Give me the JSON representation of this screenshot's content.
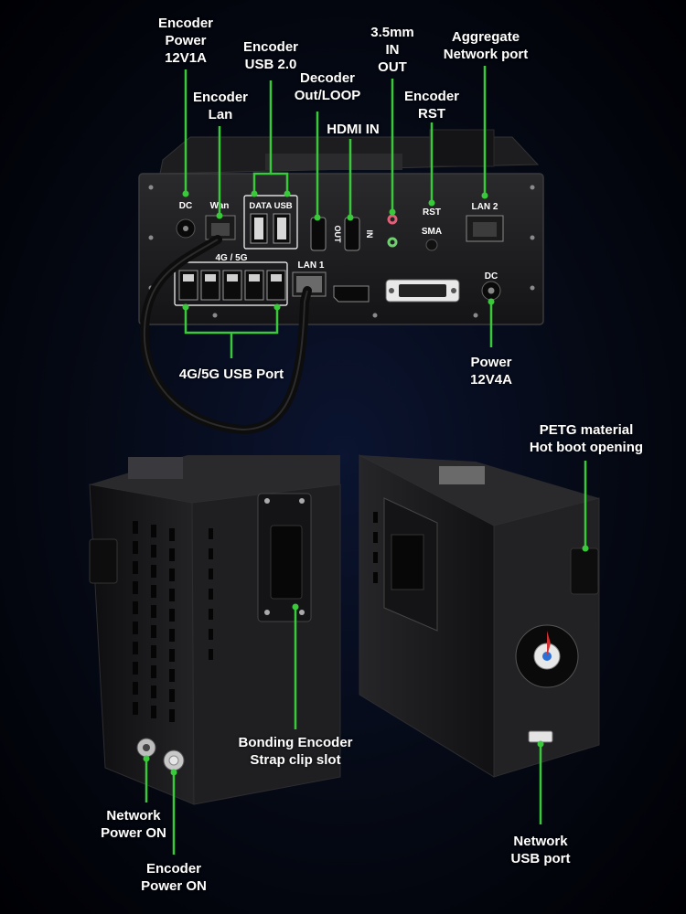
{
  "callouts": {
    "encoder_power": [
      "Encoder",
      "Power",
      "12V1A"
    ],
    "encoder_usb": [
      "Encoder",
      "USB 2.0"
    ],
    "encoder_lan": [
      "Encoder",
      "Lan"
    ],
    "decoder_out": [
      "Decoder",
      "Out/LOOP"
    ],
    "hdmi_in": [
      "HDMI IN"
    ],
    "audio": [
      "3.5mm",
      "IN",
      "OUT"
    ],
    "encoder_rst": [
      "Encoder",
      "RST"
    ],
    "aggregate": [
      "Aggregate",
      "Network port"
    ],
    "power_12v4a": [
      "Power",
      "12V4A"
    ],
    "usb_4g5g": [
      "4G/5G USB Port"
    ],
    "petg": [
      "PETG material",
      "Hot boot opening"
    ],
    "strap": [
      "Bonding Encoder",
      "Strap clip slot"
    ],
    "network_power": [
      "Network",
      "Power ON"
    ],
    "encoder_power_on": [
      "Encoder",
      "Power ON"
    ],
    "network_usb": [
      "Network",
      "USB port"
    ]
  },
  "panel_labels": {
    "dc_left": "DC",
    "wan": "Wan",
    "data_usb": "DATA USB",
    "out": "OUT",
    "in": "IN",
    "rst": "RST",
    "sma": "SMA",
    "lan2": "LAN 2",
    "g45": "4G / 5G",
    "lan1": "LAN 1",
    "dc_right": "DC"
  },
  "colors": {
    "accent": "#39c93a",
    "background": "#050914",
    "device": "#1a1a1c"
  }
}
